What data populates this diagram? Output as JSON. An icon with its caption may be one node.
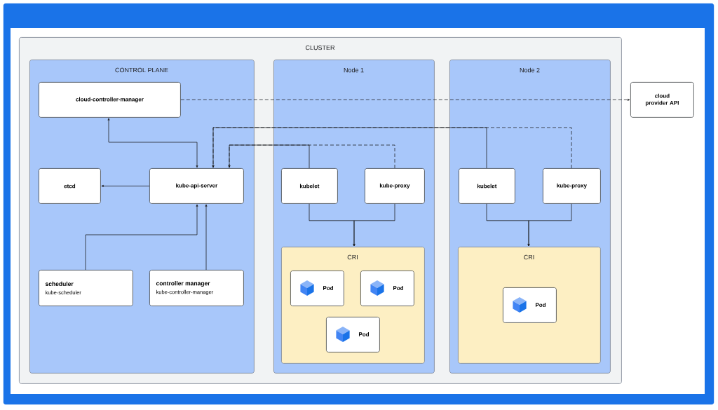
{
  "diagram": {
    "nodes": [
      {
        "text": [
          "CLUSTER"
        ]
      },
      {
        "text": [
          "CONTROL PLANE"
        ],
        "in": 0
      },
      {
        "text": [
          "cloud-controller-manager"
        ],
        "in": 1
      },
      {
        "text": [
          "etcd"
        ],
        "in": 1
      },
      {
        "text": [
          "kube-api-server"
        ],
        "in": 1
      },
      {
        "text": [
          "scheduler",
          "kube-scheduler"
        ],
        "in": 1
      },
      {
        "text": [
          "controller manager",
          "kube-controller-manager"
        ],
        "in": 1
      },
      {
        "text": [
          "Node 1"
        ],
        "in": 0
      },
      {
        "text": [
          "kubelet"
        ],
        "in": 7
      },
      {
        "text": [
          "kube-proxy"
        ],
        "in": 7
      },
      {
        "text": [
          "CRI"
        ],
        "in": 7
      },
      {
        "text": [
          "Pod"
        ],
        "in": 10
      },
      {
        "text": [
          "Pod"
        ],
        "in": 10
      },
      {
        "text": [
          "Pod"
        ],
        "in": 10
      },
      {
        "text": [
          "Node 2"
        ],
        "in": 0
      },
      {
        "text": [
          "kubelet"
        ],
        "in": 14
      },
      {
        "text": [
          "kube-proxy"
        ],
        "in": 14
      },
      {
        "text": [
          "CRI"
        ],
        "in": 14
      },
      {
        "text": [
          "Pod"
        ],
        "in": 17
      },
      {
        "text": [
          "cloud provider API"
        ]
      }
    ],
    "edges": [
      {
        "from": 2,
        "to": 19,
        "arrow": "to",
        "style": "dashed"
      },
      {
        "from": 4,
        "to": 2,
        "arrow": "both"
      },
      {
        "from": 4,
        "to": 3,
        "arrow": "to"
      },
      {
        "from": 5,
        "to": 4,
        "arrow": "to"
      },
      {
        "from": 6,
        "to": 4,
        "arrow": "to"
      },
      {
        "from": 8,
        "to": 4,
        "arrow": "to"
      },
      {
        "from": 9,
        "to": 4,
        "arrow": "to",
        "style": "dashed"
      },
      {
        "from": 15,
        "to": 4,
        "arrow": "to"
      },
      {
        "from": 16,
        "to": 4,
        "arrow": "to",
        "style": "dashed"
      },
      {
        "from": 8,
        "to": 10,
        "arrow": "to"
      },
      {
        "from": 9,
        "to": 10,
        "arrow": "to"
      },
      {
        "from": 15,
        "to": 17,
        "arrow": "to"
      },
      {
        "from": 16,
        "to": 17,
        "arrow": "to"
      }
    ]
  }
}
